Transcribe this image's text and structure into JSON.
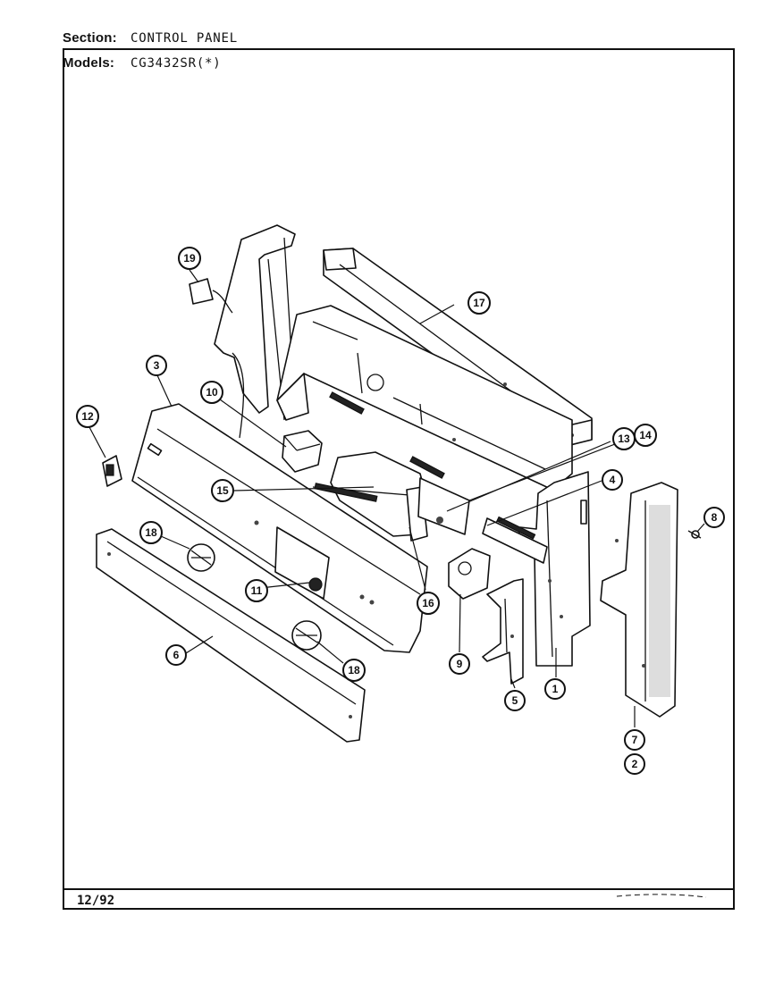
{
  "header": {
    "section_label": "Section:",
    "section_value": "CONTROL PANEL",
    "models_label": "Models:",
    "models_value": "CG3432SR(*)"
  },
  "footer": {
    "date": "12/92"
  },
  "callouts": [
    {
      "id": "c1",
      "label": "1"
    },
    {
      "id": "c2",
      "label": "2"
    },
    {
      "id": "c3",
      "label": "3"
    },
    {
      "id": "c4",
      "label": "4"
    },
    {
      "id": "c5",
      "label": "5"
    },
    {
      "id": "c6",
      "label": "6"
    },
    {
      "id": "c7",
      "label": "7"
    },
    {
      "id": "c8",
      "label": "8"
    },
    {
      "id": "c9",
      "label": "9"
    },
    {
      "id": "c10",
      "label": "10"
    },
    {
      "id": "c11",
      "label": "11"
    },
    {
      "id": "c12",
      "label": "12"
    },
    {
      "id": "c13",
      "label": "13"
    },
    {
      "id": "c14",
      "label": "14"
    },
    {
      "id": "c15",
      "label": "15"
    },
    {
      "id": "c16",
      "label": "16"
    },
    {
      "id": "c17",
      "label": "17"
    },
    {
      "id": "c18a",
      "label": "18"
    },
    {
      "id": "c18b",
      "label": "18"
    },
    {
      "id": "c19",
      "label": "19"
    }
  ]
}
